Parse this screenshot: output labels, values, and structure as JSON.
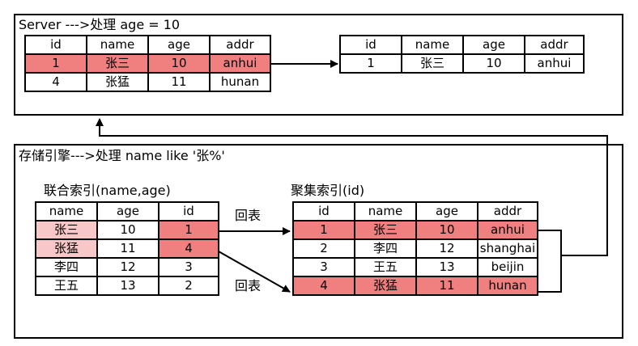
{
  "server": {
    "title": "Server --->处理 age = 10",
    "table_in": {
      "headers": [
        "id",
        "name",
        "age",
        "addr"
      ],
      "rows": [
        {
          "cells": [
            "1",
            "张三",
            "10",
            "anhui"
          ],
          "highlight": true
        },
        {
          "cells": [
            "4",
            "张猛",
            "11",
            "hunan"
          ],
          "highlight": false
        }
      ]
    },
    "table_out": {
      "headers": [
        "id",
        "name",
        "age",
        "addr"
      ],
      "rows": [
        {
          "cells": [
            "1",
            "张三",
            "10",
            "anhui"
          ],
          "highlight": false
        }
      ]
    }
  },
  "engine": {
    "title": "存储引擎--->处理 name like '张%'",
    "composite_index": {
      "label": "联合索引(name,age)",
      "headers": [
        "name",
        "age",
        "id"
      ],
      "rows": [
        {
          "cells": [
            "张三",
            "10",
            "1"
          ],
          "highlight": true
        },
        {
          "cells": [
            "张猛",
            "11",
            "4"
          ],
          "highlight": true
        },
        {
          "cells": [
            "李四",
            "12",
            "3"
          ],
          "highlight": false
        },
        {
          "cells": [
            "王五",
            "13",
            "2"
          ],
          "highlight": false
        }
      ]
    },
    "clustered_index": {
      "label": "聚集索引(id)",
      "headers": [
        "id",
        "name",
        "age",
        "addr"
      ],
      "rows": [
        {
          "cells": [
            "1",
            "张三",
            "10",
            "anhui"
          ],
          "highlight": true
        },
        {
          "cells": [
            "2",
            "李四",
            "12",
            "shanghai"
          ],
          "highlight": false
        },
        {
          "cells": [
            "3",
            "王五",
            "13",
            "beijin"
          ],
          "highlight": false
        },
        {
          "cells": [
            "4",
            "张猛",
            "11",
            "hunan"
          ],
          "highlight": true
        }
      ]
    },
    "back_lookup_label_1": "回表",
    "back_lookup_label_2": "回表"
  },
  "colors": {
    "highlight": "#f08080",
    "highlight_light": "#f8c8c8",
    "border": "#000000"
  }
}
